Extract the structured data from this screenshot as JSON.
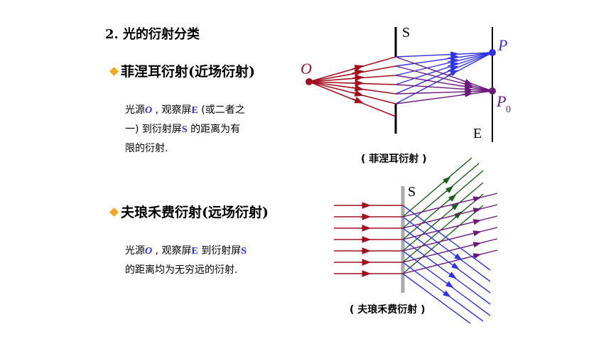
{
  "section_title": "2. 光的衍射分类",
  "fresnel": {
    "heading": "菲涅耳衍射(近场衍射)",
    "desc_1": "光源",
    "sym_O": "O",
    "desc_2": " , 观察屏",
    "sym_E": "E",
    "desc_3": " (或二者之",
    "desc_4": "一) 到衍射屏",
    "sym_S": "S",
    "desc_5": " 的距离为有",
    "desc_6": "限的衍射.",
    "caption": "( 菲涅耳衍射 )",
    "label_S": "S",
    "label_E": "E",
    "label_O": "O",
    "label_P": "P",
    "label_P0": "P",
    "label_P0_sub": "0"
  },
  "fraunhofer": {
    "heading": "夫琅禾费衍射(远场衍射)",
    "desc_1": "光源",
    "sym_O": "O",
    "desc_2": " , 观察屏",
    "sym_E": "E",
    "desc_3": " 到衍射屏",
    "sym_S": "S",
    "desc_4": "的距离均为无穷远的衍射.",
    "caption": "( 夫琅禾费衍射 )",
    "label_S": "S"
  },
  "colors": {
    "red": "#a01020",
    "blue": "#3333dd",
    "purple": "#6a1a7a",
    "green": "#1f5a1f",
    "bullet": "#f5a623"
  }
}
